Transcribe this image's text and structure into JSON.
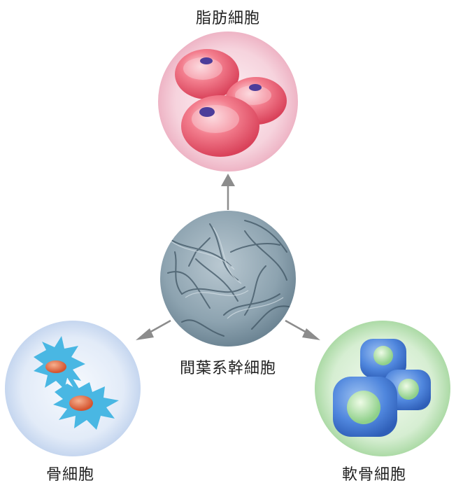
{
  "labels": {
    "adipocyte": "脂肪細胞",
    "msc": "間葉系幹細胞",
    "osteocyte": "骨細胞",
    "chondrocyte": "軟骨細胞"
  },
  "colors": {
    "arrow": "#8c8c8c",
    "adipocyte_bg": "#f5cfd9",
    "osteocyte_bg": "#dfe9f7",
    "chondrocyte_bg": "#d3ecd0",
    "msc_bg": "#8aa0ad"
  }
}
